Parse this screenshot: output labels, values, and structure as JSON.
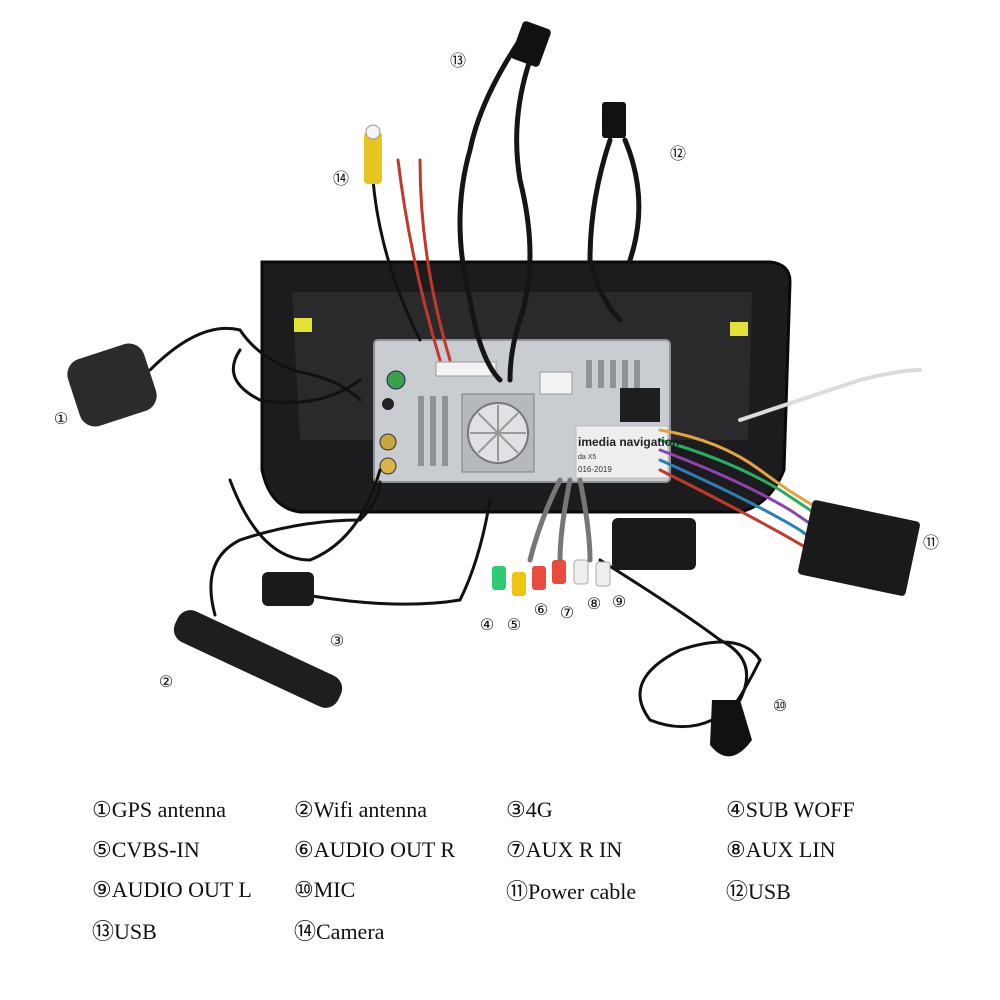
{
  "callouts": {
    "c1": "①",
    "c2": "②",
    "c3": "③",
    "c4": "④",
    "c5": "⑤",
    "c6": "⑥",
    "c7": "⑦",
    "c8": "⑧",
    "c9": "⑨",
    "c10": "⑩",
    "c11": "⑪",
    "c12": "⑫",
    "c13": "⑬",
    "c14": "⑭"
  },
  "unit_labels": {
    "brand": "imedia navigation",
    "model": "da X5",
    "years": "016-2019"
  },
  "legend": [
    [
      "①GPS antenna",
      "②Wifi antenna",
      "③4G",
      "④SUB WOFF"
    ],
    [
      "⑤CVBS-IN",
      "⑥AUDIO OUT R",
      "⑦AUX R IN",
      "⑧AUX LIN"
    ],
    [
      "⑨AUDIO OUT L",
      "⑩MIC",
      "⑪Power cable",
      "⑫USB"
    ],
    [
      "⑬USB",
      "⑭Camera"
    ]
  ]
}
